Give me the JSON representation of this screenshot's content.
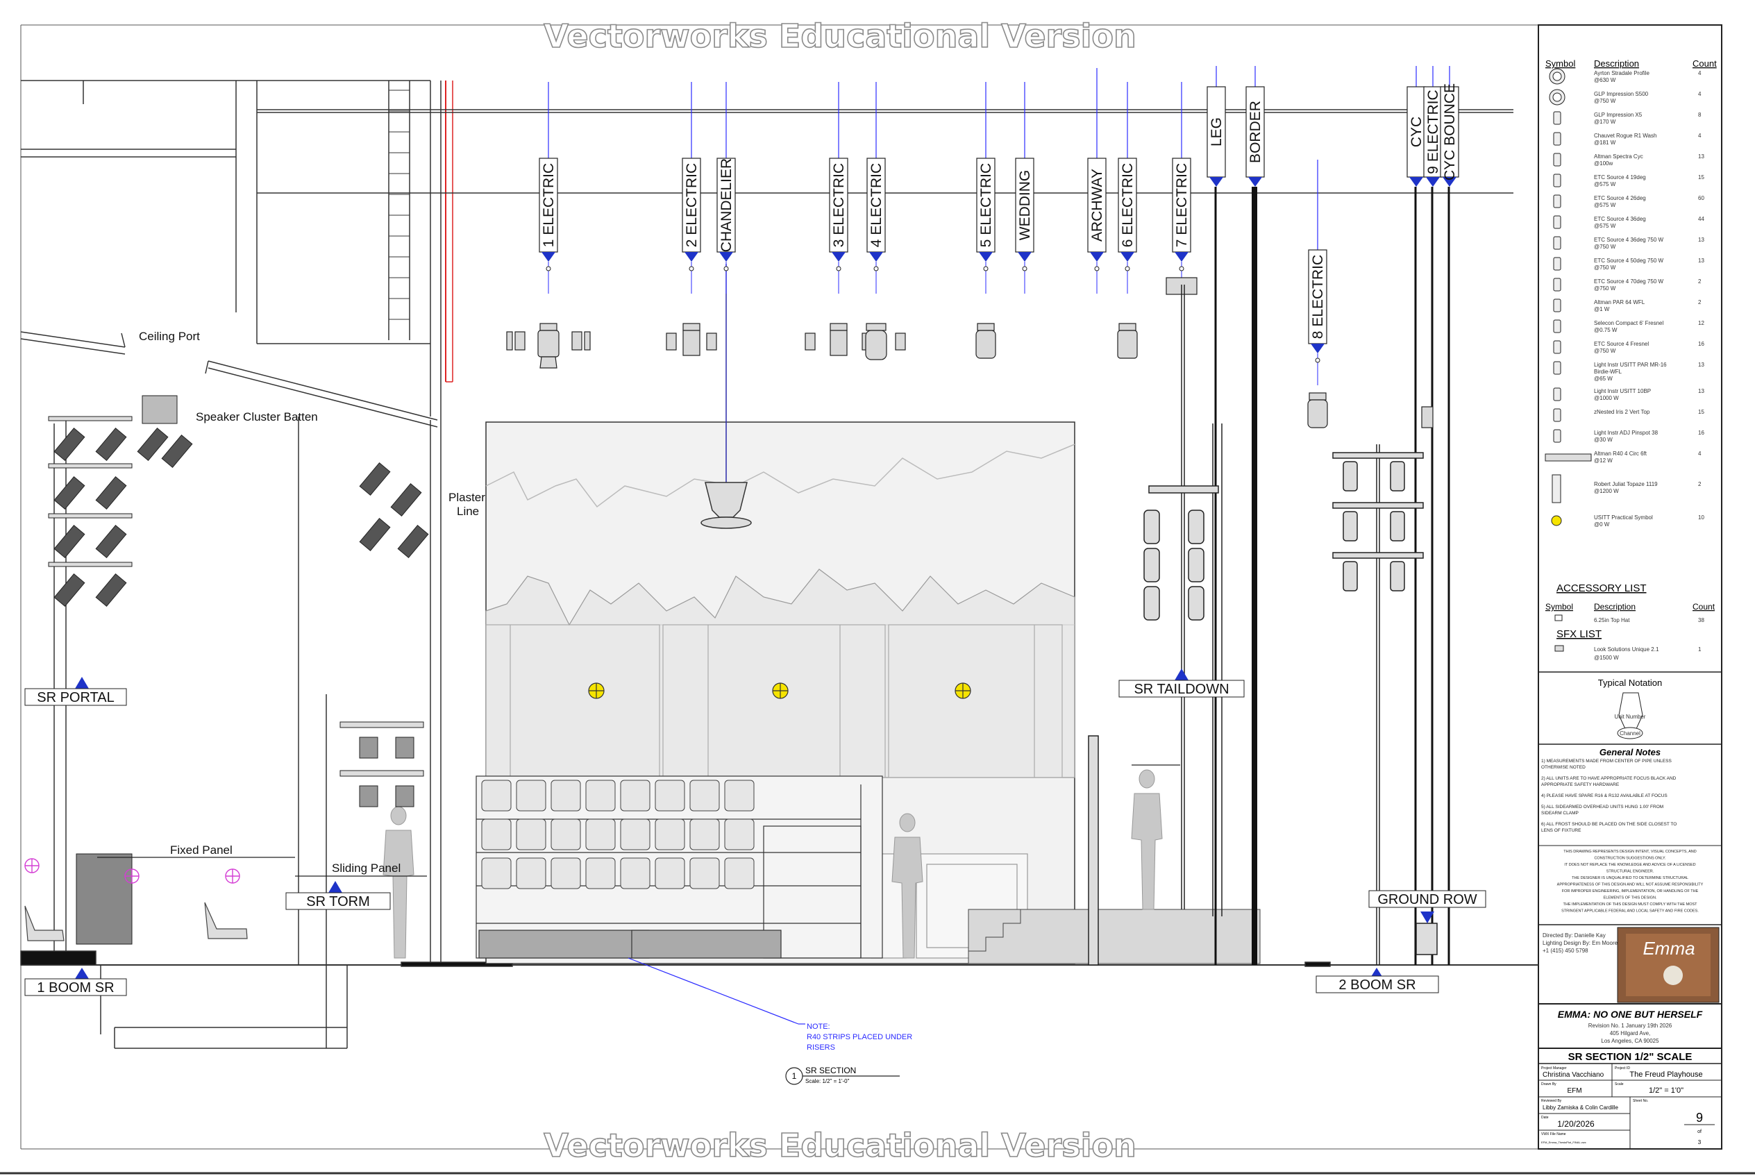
{
  "watermark": "Vectorworks Educational Version",
  "positions": [
    "1 ELECTRIC",
    "2 ELECTRIC",
    "CHANDELIER",
    "3 ELECTRIC",
    "4 ELECTRIC",
    "5 ELECTRIC",
    "WEDDING",
    "ARCHWAY",
    "6 ELECTRIC",
    "7 ELECTRIC",
    "LEG",
    "BORDER",
    "8 ELECTRIC",
    "CYC",
    "9 ELECTRIC",
    "CYC BOUNCE"
  ],
  "labels": {
    "ceiling_port": "Ceiling Port",
    "speaker_cluster": "Speaker Cluster Batten",
    "plaster_line": [
      "Plaster",
      "Line"
    ],
    "sr_portal": "SR PORTAL",
    "fixed_panel": "Fixed Panel",
    "sliding_panel": "Sliding Panel",
    "sr_torm": "SR TORM",
    "boom_sr_1": "1 BOOM SR",
    "sr_taildown": "SR TAILDOWN",
    "ground_row": "GROUND ROW",
    "boom_sr_2": "2 BOOM SR",
    "note_lines": [
      "NOTE:",
      "R40 STRIPS PLACED UNDER",
      "RISERS"
    ],
    "section_number": "1",
    "section_title": "SR SECTION",
    "section_scale": "Scale: 1/2\" = 1'-0\""
  },
  "legend": {
    "headers": [
      "Symbol",
      "Description",
      "Count"
    ],
    "rows": [
      {
        "icon": "profile-icon",
        "desc": [
          "Ayrton Stradale Profile",
          "@630 W"
        ],
        "count": "4"
      },
      {
        "icon": "moving-wash-icon",
        "desc": [
          "GLP Impression S500",
          "@750 W"
        ],
        "count": "4"
      },
      {
        "icon": "moving-head-icon",
        "desc": [
          "GLP Impression X5",
          "@170 W"
        ],
        "count": "8"
      },
      {
        "icon": "wash-icon",
        "desc": [
          "Chauvet Rogue R1 Wash",
          "@181 W"
        ],
        "count": "4"
      },
      {
        "icon": "cyc-icon",
        "desc": [
          "Altman Spectra Cyc",
          "@100w"
        ],
        "count": "13"
      },
      {
        "icon": "ellipsoidal-icon",
        "desc": [
          "ETC Source 4 19deg",
          "@575 W"
        ],
        "count": "15"
      },
      {
        "icon": "ellipsoidal-icon",
        "desc": [
          "ETC Source 4 26deg",
          "@575 W"
        ],
        "count": "60"
      },
      {
        "icon": "ellipsoidal-icon",
        "desc": [
          "ETC Source 4 36deg",
          "@575 W"
        ],
        "count": "44"
      },
      {
        "icon": "ellipsoidal-icon",
        "desc": [
          "ETC Source 4 36deg 750 W",
          "@750 W"
        ],
        "count": "13"
      },
      {
        "icon": "ellipsoidal-icon",
        "desc": [
          "ETC Source 4 50deg 750 W",
          "@750 W"
        ],
        "count": "13"
      },
      {
        "icon": "ellipsoidal-icon",
        "desc": [
          "ETC Source 4 70deg 750 W",
          "@750 W"
        ],
        "count": "2"
      },
      {
        "icon": "par-icon",
        "desc": [
          "Altman PAR 64 WFL",
          "@1 W"
        ],
        "count": "2"
      },
      {
        "icon": "fresnel-icon",
        "desc": [
          "Selecon Compact 6' Fresnel",
          "@0.75 W"
        ],
        "count": "12"
      },
      {
        "icon": "fresnel-icon",
        "desc": [
          "ETC Source 4 Fresnel",
          "@750 W"
        ],
        "count": "16"
      },
      {
        "icon": "mr16-icon",
        "desc": [
          "Light Instr USITT PAR MR-16",
          "Birdie-WFL",
          "@65 W"
        ],
        "count": "13"
      },
      {
        "icon": "scoop-icon",
        "desc": [
          "Light Instr USITT 10BP",
          "@1000 W"
        ],
        "count": "13"
      },
      {
        "icon": "iris-icon",
        "desc": [
          "zNested Iris 2 Vert Top"
        ],
        "count": "15"
      },
      {
        "icon": "pinspot-icon",
        "desc": [
          "Light Instr ADJ Pinspot 38",
          "@30 W"
        ],
        "count": "16"
      },
      {
        "icon": "strip-icon",
        "desc": [
          "Altman R40 4 Circ 6ft",
          "@12 W"
        ],
        "count": "4"
      },
      {
        "icon": "followspot-icon",
        "desc": [
          "Robert Juliat Topaze 1119",
          "@1200 W"
        ],
        "count": "2"
      },
      {
        "icon": "practical-icon",
        "desc": [
          "USITT Practical Symbol",
          "@0 W"
        ],
        "count": "10"
      }
    ],
    "accessory_title": "ACCESSORY LIST",
    "accessory_rows": [
      {
        "icon": "tophat-icon",
        "desc": [
          "6.25in Top Hat"
        ],
        "count": "38"
      }
    ],
    "sfx_title": "SFX LIST",
    "sfx_rows": [
      {
        "icon": "hazer-icon",
        "desc": [
          "Look Solutions Unique 2.1",
          "@1500 W"
        ],
        "count": "1"
      }
    ]
  },
  "typical_notation": {
    "title": "Typical Notation",
    "unit_number": "Unit Number",
    "channel": "Channel"
  },
  "general_notes": {
    "title": "General Notes",
    "items": [
      [
        "1) MEASUREMENTS MADE FROM CENTER OF PIPE UNLESS",
        "OTHERWISE NOTED"
      ],
      [
        "2) ALL UNITS ARE TO HAVE APPROPRIATE FOCUS BLACK AND",
        "APPROPRIATE SAFETY HARDWARE"
      ],
      [
        "4) PLEASE HAVE SPARE R16 & R132 AVAILABLE AT FOCUS"
      ],
      [
        "5) ALL SIDEARMED OVERHEAD UNITS HUNG 1.00' FROM",
        "SIDEARM CLAMP"
      ],
      [
        "6) ALL FROST SHOULD BE PLACED ON THE SIDE CLOSEST TO",
        "LENS OF FIXTURE"
      ]
    ],
    "disclaimer": [
      "THIS DRAWING REPRESENTS DESIGN INTENT, VISUAL CONCEPTS, AND",
      "CONSTRUCTION SUGGESTIONS ONLY.",
      "IT DOES NOT REPLACE THE KNOWLEDGE AND ADVICE OF A LICENSED",
      "STRUCTURAL ENGINEER.",
      "THE DESIGNER IS UNQUALIFIED TO DETERMINE STRUCTURAL",
      "APPROPRIATENESS OF THIS DESIGN AND WILL NOT ASSUME RESPONSIBILITY",
      "FOR IMPROPER ENGINEERING, IMPLEMENTATION, OR HANDLING OF THE",
      "ELEMENTS OF THIS DESIGN.",
      "THE IMPLEMENTATION OF THIS DESIGN MUST COMPLY WITH THE MOST",
      "STRINGENT APPLICABLE FEDERAL AND LOCAL SAFETY AND FIRE CODES."
    ]
  },
  "credits": [
    "Directed By: Danielle Kay",
    "Lighting Design By: Em Moore",
    "+1 (415) 450 5798"
  ],
  "show_logo_text": "Emma",
  "show": {
    "title": "EMMA: NO ONE BUT HERSELF",
    "revision": "Revision No. 1 January 19th 2026",
    "address1": "405 Hilgard Ave,",
    "address2": "Los Angeles, CA 90025"
  },
  "plate_title": "SR SECTION 1/2\" SCALE",
  "title_block": {
    "project_manager_label": "Project Manager",
    "project_manager": "Christina Vacchiano",
    "project_id_label": "Project ID",
    "project_id": "The Freud Playhouse",
    "drawn_by_label": "Drawn By",
    "drawn_by": "EFM",
    "scale_label": "Scale",
    "scale": "1/2\" = 1'0\"",
    "reviewed_by_label": "Reviewed By",
    "reviewed_by": "Libby Zamiska & Colin Cardille",
    "sheet_no_label": "Sheet No.",
    "sheet_no": "9",
    "sheet_of": "of",
    "sheet_total": "3",
    "date_label": "Date",
    "date": "1/20/2026",
    "vwx_label": "VWX File Name",
    "vwx": "EFM_Emma_ThesisPlot_FINAL.vwx"
  }
}
